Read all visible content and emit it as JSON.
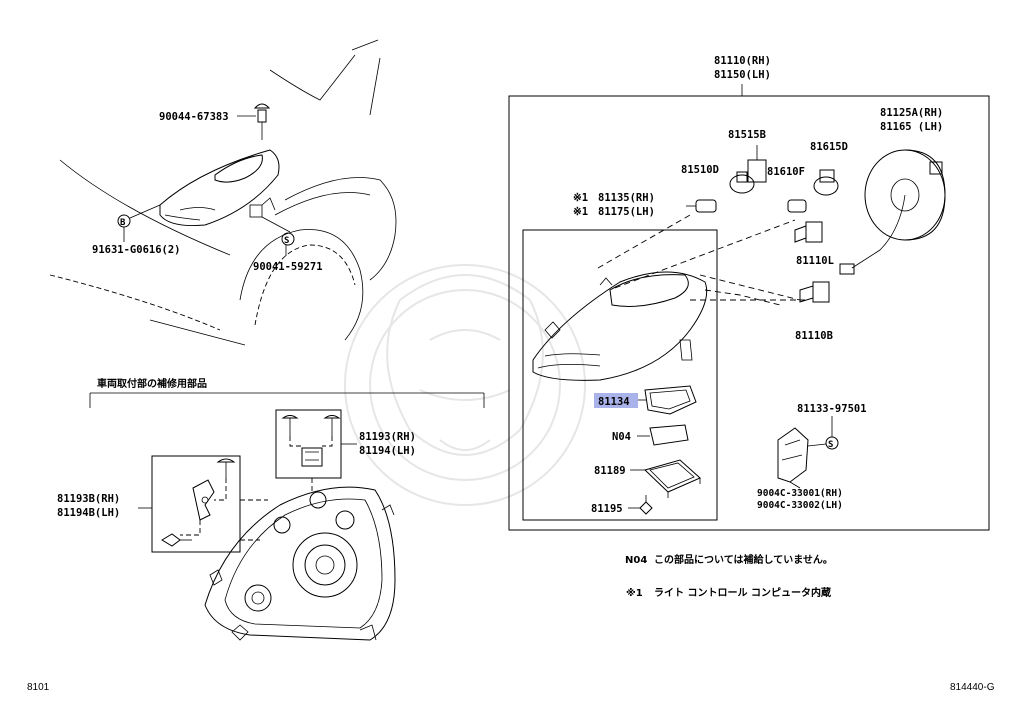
{
  "diagram": {
    "group_header": "車両取付部の補修用部品",
    "legend": {
      "n04_code": "N04",
      "n04_text": "この部品については補給していません。",
      "x1_mark": "※1",
      "x1_text": "ライト コントロール コンピュータ内蔵"
    },
    "footer": {
      "left_code": "8101",
      "right_code": "814440-G"
    },
    "labels": {
      "p90044": "90044-67383",
      "p91631": "91631-G0616(2)",
      "p90041": "90041-59271",
      "p81110": "81110(RH)",
      "p81150": "81150(LH)",
      "p81125a": "81125A(RH)",
      "p81165": "81165  (LH)",
      "p81515b": "81515B",
      "p81615d": "81615D",
      "p81510d": "81510D",
      "p81610f": "81610F",
      "x1a": "※1",
      "p81135": "81135(RH)",
      "x1b": "※1",
      "p81175": "81175(LH)",
      "p81110l": "81110L",
      "p81110b": "81110B",
      "p81134": "81134",
      "pn04": "N04",
      "p81189": "81189",
      "p81195": "81195",
      "p81133": "81133-97501",
      "p9004c1": "9004C-33001(RH)",
      "p9004c2": "9004C-33002(LH)",
      "p81193": "81193(RH)",
      "p81194": "81194(LH)",
      "p81193b": "81193B(RH)",
      "p81194b": "81194B(LH)"
    },
    "markers": {
      "b": "B",
      "s1": "S",
      "s2": "S"
    },
    "highlight_color": "#aab2ea"
  }
}
